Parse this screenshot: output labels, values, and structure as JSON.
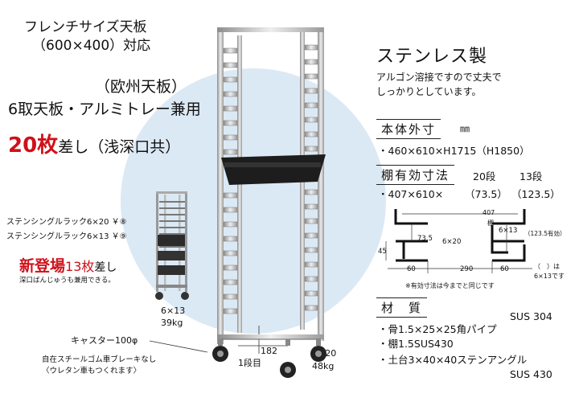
{
  "left": {
    "title_line1": "フレンチサイズ天板",
    "title_line2": "（600×400）対応",
    "sub_line1": "（欧州天板）",
    "sub_line2": "6取天板・アルミトレー兼用",
    "count_num": "20枚",
    "count_rest": "差し（浅深口共）",
    "model_1": "ステンシングルラック6×20 ￥⑧",
    "model_2": "ステンシングルラック6×13 ￥⑨",
    "new_label": "新登場",
    "new_count": "13枚",
    "new_rest": "差し",
    "new_note": "深口ばんじゅうも兼用できる。",
    "small_rack_size": "6×13",
    "small_rack_weight": "39kg",
    "caster_title": "キャスター100φ",
    "caster_note1": "自在スチールゴム車ブレーキなし",
    "caster_note2": "〈ウレタン車もつくれます〉",
    "dim_182": "182",
    "first_step": "1段目",
    "big_rack_size": "6×20",
    "big_rack_weight": "48kg"
  },
  "right": {
    "material_head": "ステンレス製",
    "material_note1": "アルゴン溶接ですので丈夫で",
    "material_note2": "しっかりとしています。",
    "body_dim_label": "本体外寸",
    "unit": "㎜",
    "body_dim_value": "・460×610×H1715（H1850）",
    "shelf_label": "棚有効寸法",
    "col_20": "20段",
    "col_13": "13段",
    "shelf_value": "・407×610×",
    "shelf_20": "（73.5）",
    "shelf_13": "（123.5）",
    "d_407": "407",
    "d_shelf": "棚",
    "d_73_5": "73.5",
    "d_6x20": "6×20",
    "d_6x13": "6×13",
    "d_123_5": "（123.5有効）",
    "d_45": "45",
    "d_60a": "60",
    "d_290": "290",
    "d_60b": "60",
    "d_note_paren": "（　）は",
    "d_note_6x13": "6×13です",
    "d_footnote": "※有効寸法は今までと同じです",
    "mat_label": "材　質",
    "mat_sus304": "SUS 304",
    "mat_1": "・骨1.5×25×25角パイプ",
    "mat_2": "・棚1.5SUS430",
    "mat_3": "・土台3×40×40ステンアングル",
    "mat_sus430": "SUS 430"
  }
}
